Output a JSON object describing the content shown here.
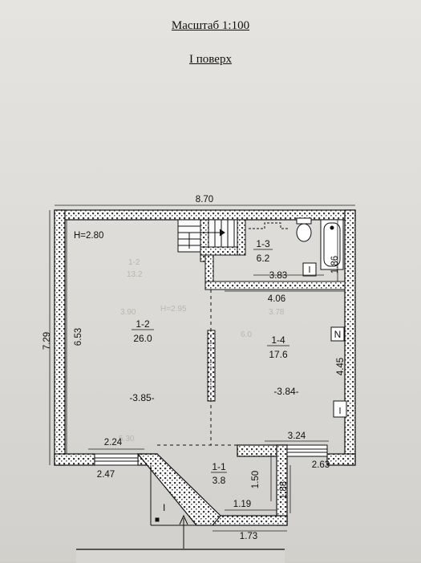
{
  "header": {
    "scale": "Масштаб 1:100",
    "floor": "I поверх"
  },
  "plan": {
    "ceiling_height": "H=2.80",
    "rooms": [
      {
        "number": "1-1",
        "area": "3.8"
      },
      {
        "number": "1-2",
        "area": "26.0"
      },
      {
        "number": "1-3",
        "area": "6.2"
      },
      {
        "number": "1-4",
        "area": "17.6"
      }
    ],
    "levels": {
      "room_1_2": "-3.85-",
      "room_1_4": "-3.84-"
    },
    "dimensions": {
      "top_width": "8.70",
      "left_outer": "7.29",
      "left_inner": "6.53",
      "bath_width": "3.83",
      "bath_height": "1.86",
      "room4_width": "4.06",
      "room4_height": "4.45",
      "left_window": "2.24",
      "left_bottom": "2.47",
      "right_window": "3.24",
      "right_bottom": "2.63",
      "entry_height": "1.50",
      "entry_side": "1.88",
      "entry_inner": "1.19",
      "entry_bottom": "1.73"
    },
    "markers": {
      "north": "N",
      "entrance": "I"
    }
  }
}
